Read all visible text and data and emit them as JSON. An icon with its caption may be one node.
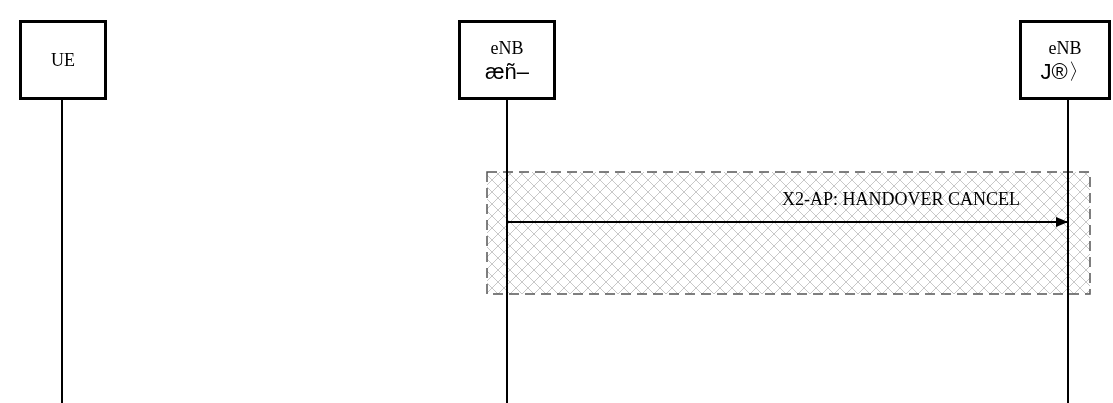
{
  "diagram": {
    "nodes": [
      {
        "text": [
          "UE"
        ]
      },
      {
        "text": [
          "eNB",
          "æñ–"
        ]
      },
      {
        "text": [
          "eNB",
          "J®〉"
        ]
      }
    ],
    "edges": [
      {
        "from": 1,
        "to": 2,
        "arrow": "to",
        "label": "X2-AP: HANDOVER CANCEL"
      }
    ]
  }
}
